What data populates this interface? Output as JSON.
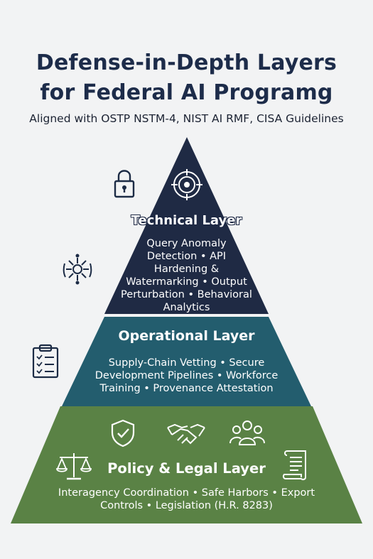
{
  "title_line1": "Defense-in-Depth Layers",
  "title_line2": "for Federal AI Programg",
  "subtitle": "Aligned with OSTP NSTM-4, NIST AI RMF, CISA Guidelines",
  "layers": [
    {
      "title": "Technical Layer",
      "body": "Query Anomaly Detection • API Hardening & Watermarking • Output Perturbation • Behavioral Analytics",
      "color": "#1f2a44"
    },
    {
      "title": "Operational Layer",
      "body": "Supply-Chain Vetting • Secure Development Pipelines • Workforce Training • Provenance Attestation",
      "color": "#235d6e"
    },
    {
      "title": "Policy & Legal Layer",
      "body": "Interagency Coordination • Safe Harbors • Export Controls • Legislation (H.R. 8283)",
      "color": "#5a8245"
    }
  ],
  "icons": {
    "side_lock": "lock-icon",
    "side_network": "ai-network-icon",
    "side_checklist": "checklist-icon",
    "tech_target": "target-icon",
    "pol_shield": "shield-check-icon",
    "pol_handshake": "handshake-icon",
    "pol_group": "people-group-icon",
    "pol_scales": "scales-icon",
    "pol_document": "document-scroll-icon"
  }
}
